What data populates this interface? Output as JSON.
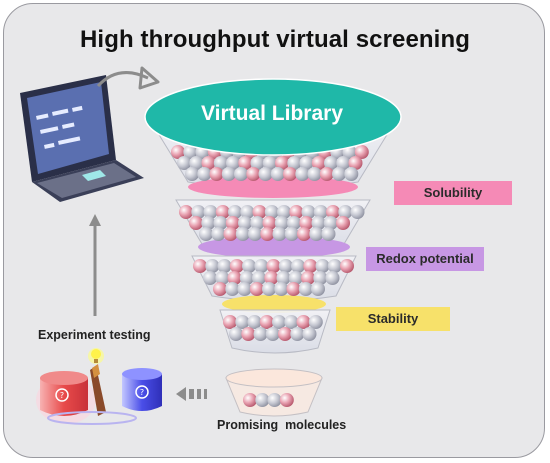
{
  "title": "High throughput virtual screening",
  "library_label": "Virtual Library",
  "filters": [
    {
      "label": "Solubility",
      "color": "#f58ab6"
    },
    {
      "label": "Redox potential",
      "color": "#c797e4"
    },
    {
      "label": "Stability",
      "color": "#f7e16a"
    }
  ],
  "captions": {
    "experiment": "Experiment testing",
    "promising": "Promising  molecules"
  },
  "colors": {
    "library_top": "#1fb8a8",
    "molecule": "#c9cbd4",
    "molecule_accent": "#e8687f",
    "arrow": "#8c8c8c"
  },
  "icons": [
    "laptop-icon",
    "beaker-icon",
    "lightbulb-icon"
  ]
}
